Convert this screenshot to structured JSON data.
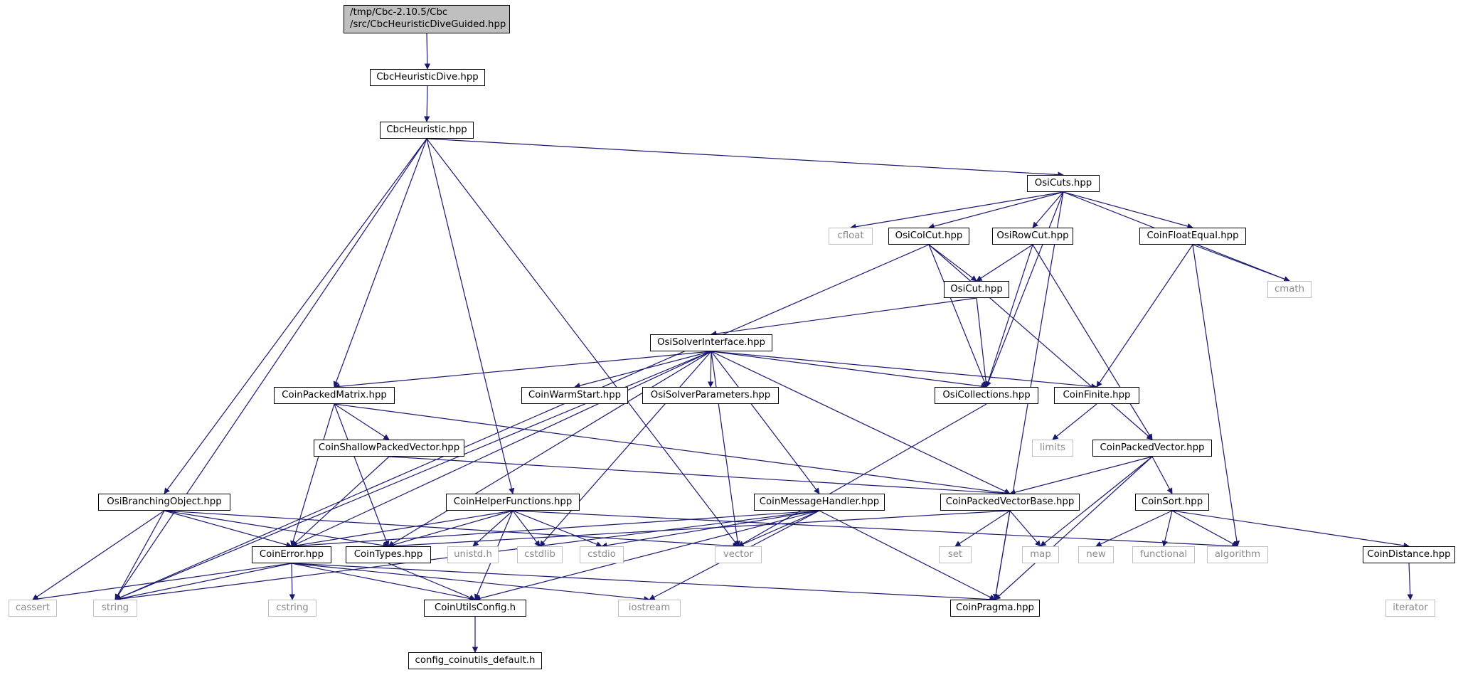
{
  "colors": {
    "edge": "#191970",
    "node_border": "#000000",
    "system_border": "#bfbfbf",
    "system_text": "#8a8a8a",
    "root_fill": "#bfbfbf"
  },
  "root": {
    "line1": "/tmp/Cbc-2.10.5/Cbc",
    "line2": "/src/CbcHeuristicDiveGuided.hpp"
  },
  "nodes": {
    "CbcHeuristicDive": "CbcHeuristicDive.hpp",
    "CbcHeuristic": "CbcHeuristic.hpp",
    "OsiCuts": "OsiCuts.hpp",
    "cfloat": "cfloat",
    "OsiColCut": "OsiColCut.hpp",
    "OsiRowCut": "OsiRowCut.hpp",
    "CoinFloatEqual": "CoinFloatEqual.hpp",
    "cmath": "cmath",
    "OsiCut": "OsiCut.hpp",
    "OsiSolverInterface": "OsiSolverInterface.hpp",
    "CoinPackedMatrix": "CoinPackedMatrix.hpp",
    "CoinWarmStart": "CoinWarmStart.hpp",
    "OsiSolverParameters": "OsiSolverParameters.hpp",
    "OsiCollections": "OsiCollections.hpp",
    "CoinFinite": "CoinFinite.hpp",
    "limits": "limits",
    "CoinShallowPackedVector": "CoinShallowPackedVector.hpp",
    "CoinPackedVector": "CoinPackedVector.hpp",
    "OsiBranchingObject": "OsiBranchingObject.hpp",
    "CoinHelperFunctions": "CoinHelperFunctions.hpp",
    "CoinMessageHandler": "CoinMessageHandler.hpp",
    "CoinPackedVectorBase": "CoinPackedVectorBase.hpp",
    "CoinSort": "CoinSort.hpp",
    "CoinError": "CoinError.hpp",
    "CoinTypes": "CoinTypes.hpp",
    "unistd": "unistd.h",
    "cstdlib": "cstdlib",
    "cstdio": "cstdio",
    "vector": "vector",
    "set": "set",
    "map": "map",
    "new": "new",
    "functional": "functional",
    "algorithm": "algorithm",
    "CoinDistance": "CoinDistance.hpp",
    "cassert": "cassert",
    "string": "string",
    "cstring": "cstring",
    "CoinUtilsConfig": "CoinUtilsConfig.h",
    "iostream": "iostream",
    "CoinPragma": "CoinPragma.hpp",
    "iterator": "iterator",
    "config_coinutils_default": "config_coinutils_default.h"
  },
  "edges": [
    [
      "root",
      "CbcHeuristicDive"
    ],
    [
      "CbcHeuristicDive",
      "CbcHeuristic"
    ],
    [
      "CbcHeuristic",
      "OsiCuts"
    ],
    [
      "CbcHeuristic",
      "string"
    ],
    [
      "CbcHeuristic",
      "OsiBranchingObject"
    ],
    [
      "CbcHeuristic",
      "CoinPackedMatrix"
    ],
    [
      "CbcHeuristic",
      "CoinHelperFunctions"
    ],
    [
      "CbcHeuristic",
      "vector"
    ],
    [
      "OsiCuts",
      "cfloat"
    ],
    [
      "OsiCuts",
      "OsiColCut"
    ],
    [
      "OsiCuts",
      "OsiRowCut"
    ],
    [
      "OsiCuts",
      "CoinFloatEqual"
    ],
    [
      "OsiCuts",
      "cmath"
    ],
    [
      "OsiCuts",
      "OsiCollections"
    ],
    [
      "OsiCuts",
      "CoinPragma"
    ],
    [
      "OsiColCut",
      "OsiCut"
    ],
    [
      "OsiColCut",
      "string"
    ],
    [
      "OsiColCut",
      "OsiCollections"
    ],
    [
      "OsiColCut",
      "CoinPackedVector"
    ],
    [
      "OsiRowCut",
      "OsiCut"
    ],
    [
      "OsiRowCut",
      "OsiCollections"
    ],
    [
      "OsiRowCut",
      "CoinPackedVector"
    ],
    [
      "CoinFloatEqual",
      "cmath"
    ],
    [
      "CoinFloatEqual",
      "CoinFinite"
    ],
    [
      "CoinFloatEqual",
      "algorithm"
    ],
    [
      "OsiCut",
      "OsiSolverInterface"
    ],
    [
      "OsiCut",
      "OsiCollections"
    ],
    [
      "OsiSolverInterface",
      "CoinPackedMatrix"
    ],
    [
      "OsiSolverInterface",
      "CoinWarmStart"
    ],
    [
      "OsiSolverInterface",
      "OsiSolverParameters"
    ],
    [
      "OsiSolverInterface",
      "OsiCollections"
    ],
    [
      "OsiSolverInterface",
      "CoinFinite"
    ],
    [
      "OsiSolverInterface",
      "CoinMessageHandler"
    ],
    [
      "OsiSolverInterface",
      "CoinPackedVectorBase"
    ],
    [
      "OsiSolverInterface",
      "CoinError"
    ],
    [
      "OsiSolverInterface",
      "CoinTypes"
    ],
    [
      "OsiSolverInterface",
      "string"
    ],
    [
      "OsiSolverInterface",
      "cstdlib"
    ],
    [
      "OsiSolverInterface",
      "vector"
    ],
    [
      "CoinPackedMatrix",
      "CoinShallowPackedVector"
    ],
    [
      "CoinPackedMatrix",
      "CoinPackedVectorBase"
    ],
    [
      "CoinPackedMatrix",
      "CoinError"
    ],
    [
      "CoinPackedMatrix",
      "CoinTypes"
    ],
    [
      "OsiCollections",
      "vector"
    ],
    [
      "CoinFinite",
      "limits"
    ],
    [
      "CoinShallowPackedVector",
      "CoinPackedVectorBase"
    ],
    [
      "CoinShallowPackedVector",
      "CoinError"
    ],
    [
      "CoinPackedVector",
      "CoinPackedVectorBase"
    ],
    [
      "CoinPackedVector",
      "CoinSort"
    ],
    [
      "CoinPackedVector",
      "map"
    ],
    [
      "CoinPackedVector",
      "CoinPragma"
    ],
    [
      "OsiBranchingObject",
      "string"
    ],
    [
      "OsiBranchingObject",
      "vector"
    ],
    [
      "OsiBranchingObject",
      "CoinError"
    ],
    [
      "OsiBranchingObject",
      "CoinTypes"
    ],
    [
      "OsiBranchingObject",
      "cassert"
    ],
    [
      "CoinHelperFunctions",
      "CoinError"
    ],
    [
      "CoinHelperFunctions",
      "CoinTypes"
    ],
    [
      "CoinHelperFunctions",
      "unistd"
    ],
    [
      "CoinHelperFunctions",
      "cstdlib"
    ],
    [
      "CoinHelperFunctions",
      "cstdio"
    ],
    [
      "CoinHelperFunctions",
      "algorithm"
    ],
    [
      "CoinHelperFunctions",
      "CoinUtilsConfig"
    ],
    [
      "CoinMessageHandler",
      "CoinError"
    ],
    [
      "CoinMessageHandler",
      "cstdio"
    ],
    [
      "CoinMessageHandler",
      "vector"
    ],
    [
      "CoinMessageHandler",
      "string"
    ],
    [
      "CoinMessageHandler",
      "CoinUtilsConfig"
    ],
    [
      "CoinMessageHandler",
      "iostream"
    ],
    [
      "CoinMessageHandler",
      "CoinPragma"
    ],
    [
      "CoinPackedVectorBase",
      "CoinTypes"
    ],
    [
      "CoinPackedVectorBase",
      "set"
    ],
    [
      "CoinPackedVectorBase",
      "map"
    ],
    [
      "CoinPackedVectorBase",
      "CoinPragma"
    ],
    [
      "CoinSort",
      "new"
    ],
    [
      "CoinSort",
      "functional"
    ],
    [
      "CoinSort",
      "algorithm"
    ],
    [
      "CoinSort",
      "CoinDistance"
    ],
    [
      "CoinDistance",
      "iterator"
    ],
    [
      "CoinError",
      "string"
    ],
    [
      "CoinError",
      "cassert"
    ],
    [
      "CoinError",
      "cstring"
    ],
    [
      "CoinError",
      "CoinUtilsConfig"
    ],
    [
      "CoinError",
      "iostream"
    ],
    [
      "CoinError",
      "CoinPragma"
    ],
    [
      "CoinTypes",
      "CoinUtilsConfig"
    ],
    [
      "CoinUtilsConfig",
      "config_coinutils_default"
    ]
  ]
}
